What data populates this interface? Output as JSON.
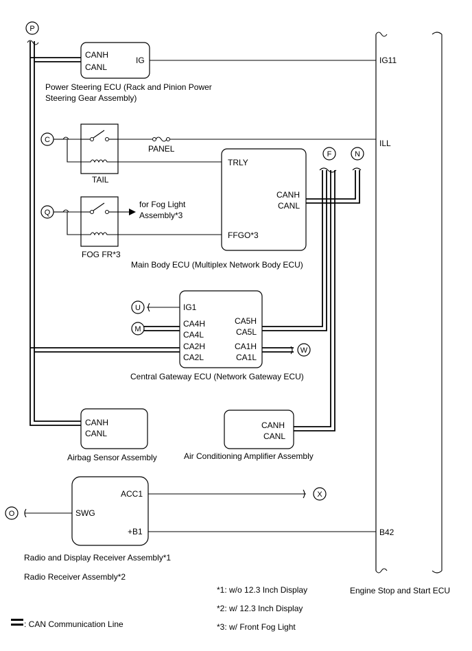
{
  "connectors": {
    "P": "P",
    "C": "C",
    "Q": "Q",
    "F": "F",
    "N": "N",
    "U": "U",
    "M": "M",
    "W": "W",
    "X": "X",
    "O": "O"
  },
  "power_steering": {
    "canh": "CANH",
    "canl": "CANL",
    "ig": "IG",
    "name_line1": "Power Steering ECU (Rack and Pinion Power",
    "name_line2": "Steering Gear Assembly)"
  },
  "tail_relay": {
    "label": "TAIL"
  },
  "fuse": {
    "label": "PANEL"
  },
  "fog_relay": {
    "label": "FOG FR*3",
    "output_line1": "for Fog Light",
    "output_line2": "Assembly*3"
  },
  "main_body": {
    "trly": "TRLY",
    "canh": "CANH",
    "canl": "CANL",
    "ffgo": "FFGO*3",
    "name": "Main Body ECU (Multiplex Network Body ECU)"
  },
  "gateway": {
    "ig1": "IG1",
    "ca4h": "CA4H",
    "ca4l": "CA4L",
    "ca2h": "CA2H",
    "ca2l": "CA2L",
    "ca5h": "CA5H",
    "ca5l": "CA5L",
    "ca1h": "CA1H",
    "ca1l": "CA1L",
    "name": "Central Gateway ECU (Network Gateway ECU)"
  },
  "airbag": {
    "canh": "CANH",
    "canl": "CANL",
    "name": "Airbag Sensor Assembly"
  },
  "aircon": {
    "canh": "CANH",
    "canl": "CANL",
    "name": "Air Conditioning Amplifier Assembly"
  },
  "radio": {
    "acc1": "ACC1",
    "swg": "SWG",
    "b1": "+B1",
    "name_line1": "Radio and Display Receiver Assembly*1",
    "name_line2": "Radio Receiver Assembly*2"
  },
  "engine_ecu": {
    "ig11": "IG11",
    "ill": "ILL",
    "b42": "B42",
    "name": "Engine Stop and Start ECU"
  },
  "notes": {
    "n1": "*1: w/o 12.3 Inch Display",
    "n2": "*2: w/ 12.3 Inch Display",
    "n3": "*3: w/ Front Fog Light"
  },
  "legend": {
    "label": ": CAN Communication Line"
  }
}
